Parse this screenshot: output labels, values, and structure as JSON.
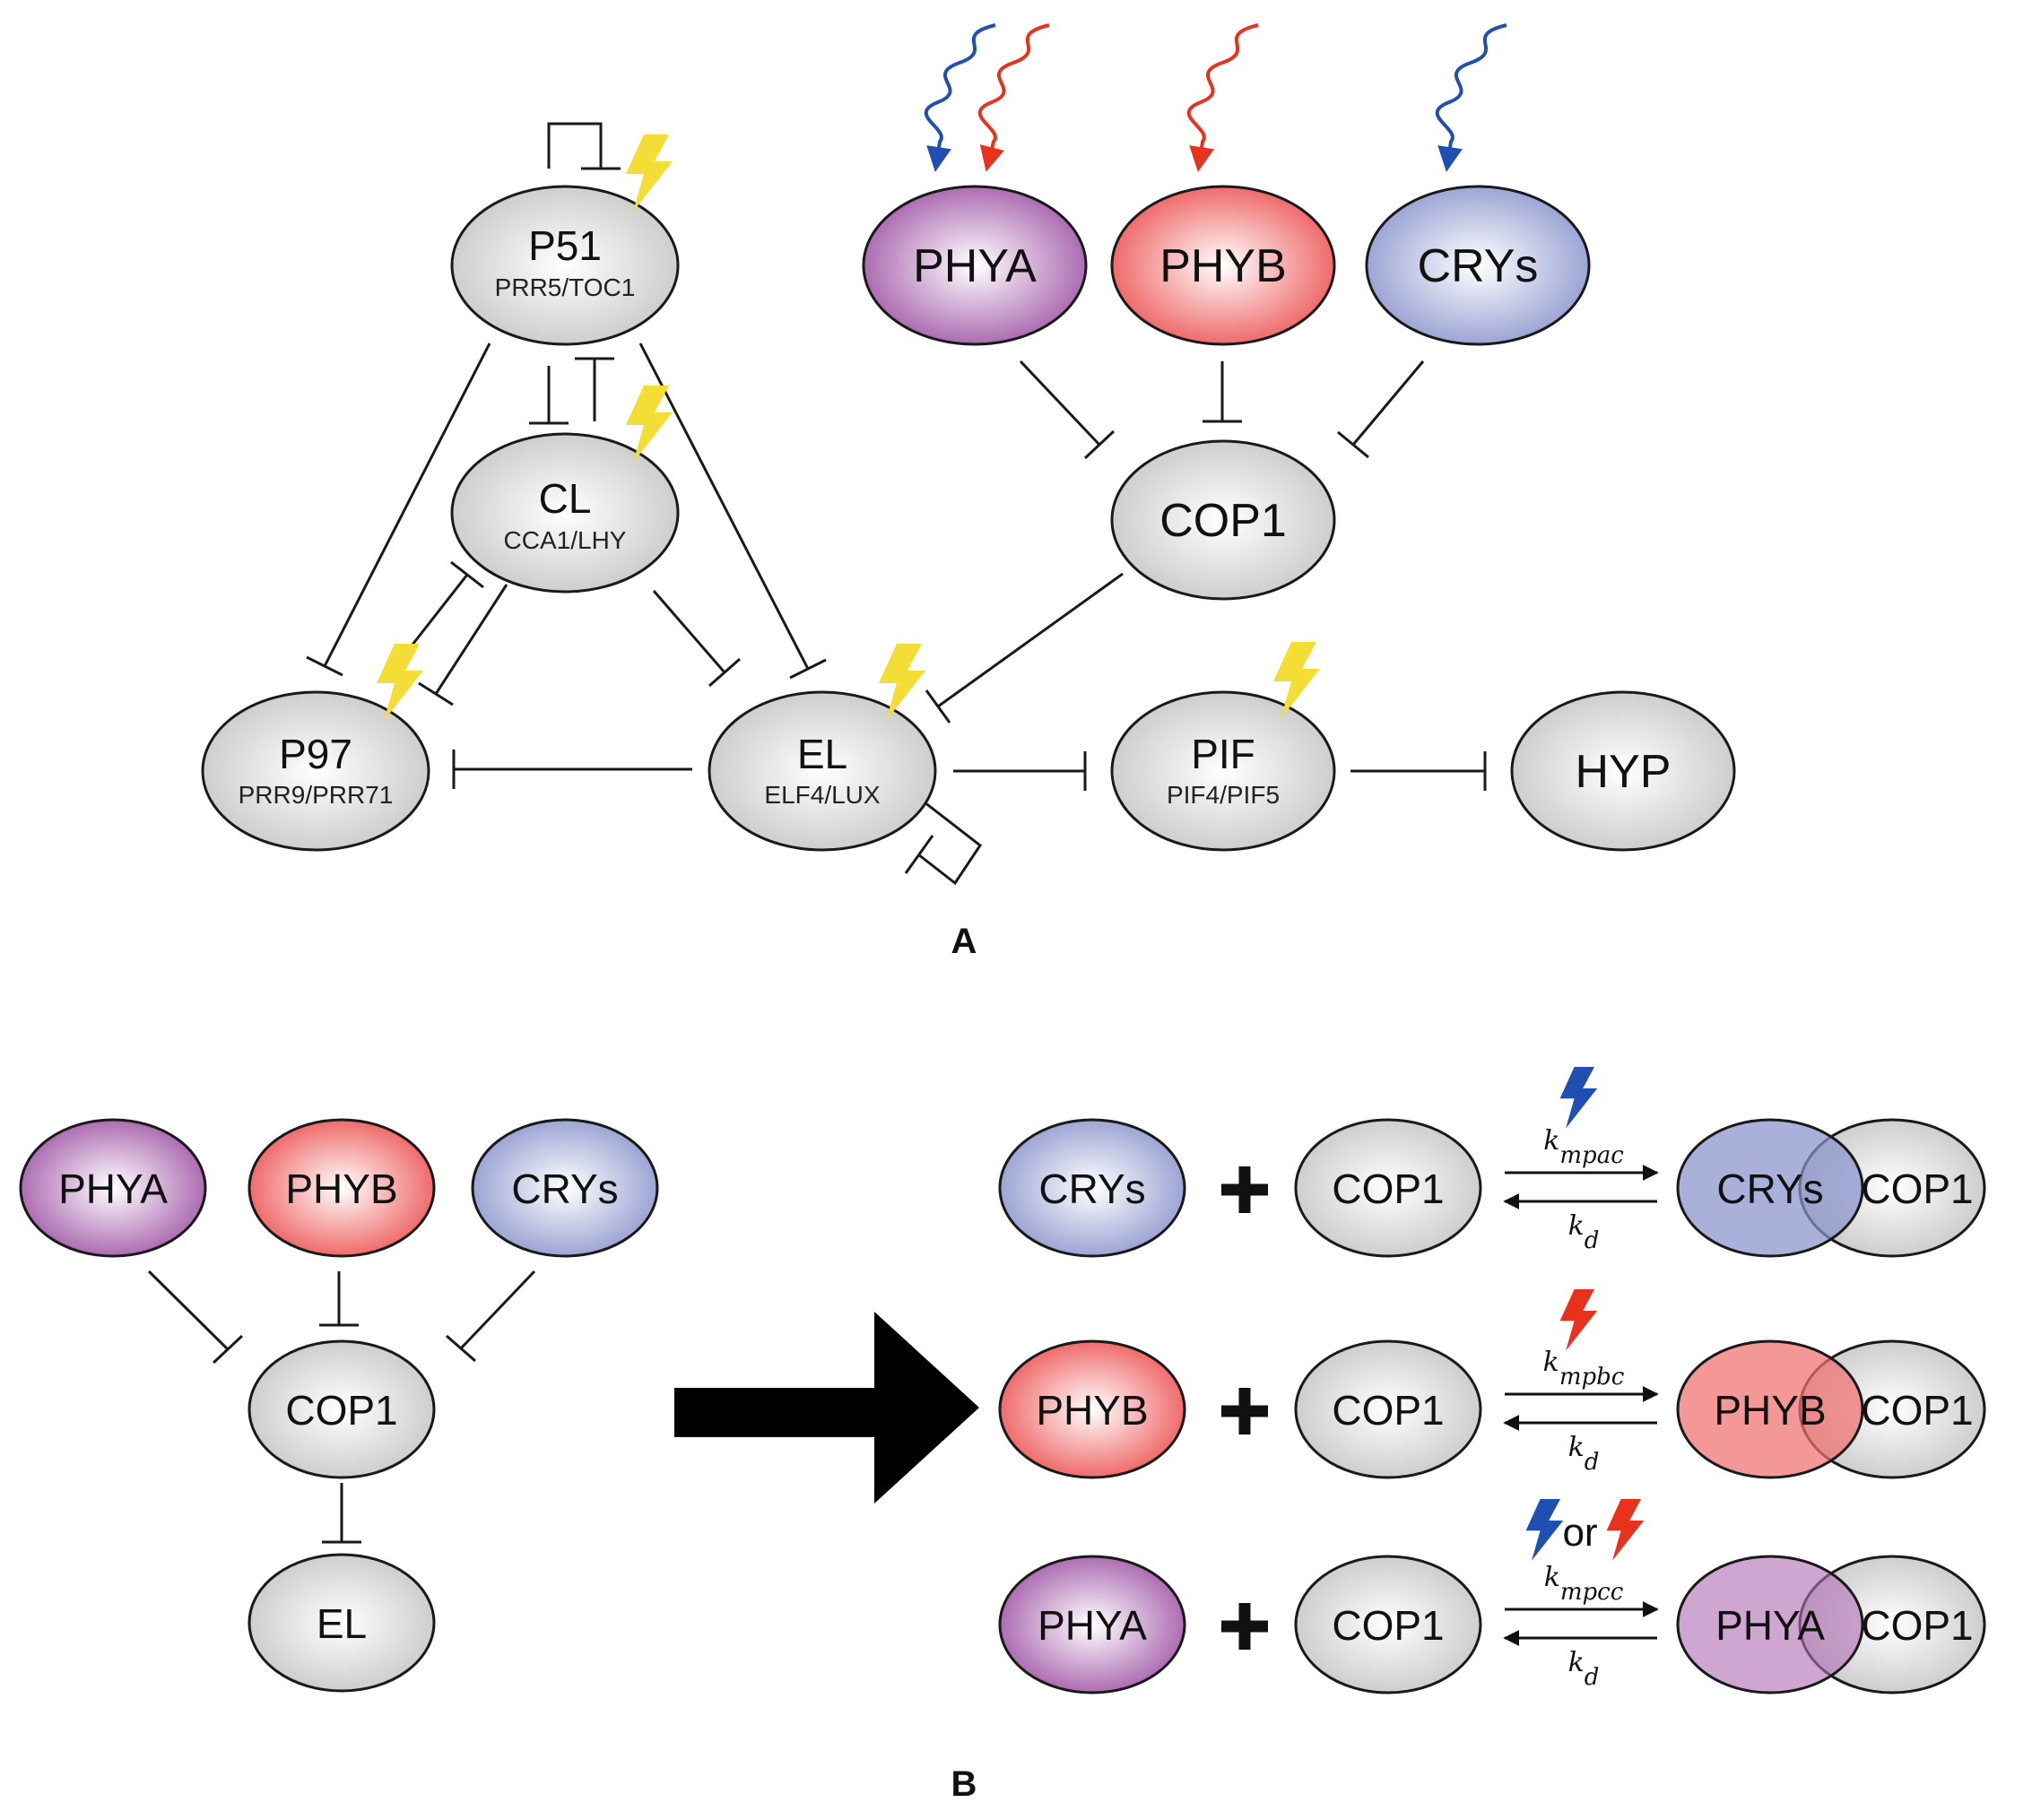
{
  "colors": {
    "gray_fill": "#dcdcdc",
    "phya_fill": "#b070b4",
    "phyb_fill": "#ef6f6f",
    "crys_fill": "#9fa7d6",
    "blue_light": "#1f4fb0",
    "red_light": "#e8321e",
    "lightning_yellow": "#f4de36"
  },
  "panel_a": {
    "label": "A",
    "nodes": {
      "p51": {
        "label": "P51",
        "sublabel": "PRR5/TOC1"
      },
      "cl": {
        "label": "CL",
        "sublabel": "CCA1/LHY"
      },
      "p97": {
        "label": "P97",
        "sublabel": "PRR9/PRR71"
      },
      "el": {
        "label": "EL",
        "sublabel": "ELF4/LUX"
      },
      "pif": {
        "label": "PIF",
        "sublabel": "PIF4/PIF5"
      },
      "hyp": {
        "label": "HYP"
      },
      "phya": {
        "label": "PHYA"
      },
      "phyb": {
        "label": "PHYB"
      },
      "crys": {
        "label": "CRYs"
      },
      "cop1": {
        "label": "COP1"
      }
    }
  },
  "panel_b": {
    "label": "B",
    "nodes": {
      "phya": {
        "label": "PHYA"
      },
      "phyb": {
        "label": "PHYB"
      },
      "crys": {
        "label": "CRYs"
      },
      "cop1": {
        "label": "COP1"
      },
      "el": {
        "label": "EL"
      }
    },
    "reactions": [
      {
        "reactant": "CRYs",
        "partner": "COP1",
        "rate_forward": "k",
        "rate_forward_sub": "mpac",
        "rate_reverse": "k",
        "rate_reverse_sub": "d",
        "complex_left": "CRYs",
        "complex_right": "COP1",
        "light": "blue"
      },
      {
        "reactant": "PHYB",
        "partner": "COP1",
        "rate_forward": "k",
        "rate_forward_sub": "mpbc",
        "rate_reverse": "k",
        "rate_reverse_sub": "d",
        "complex_left": "PHYB",
        "complex_right": "COP1",
        "light": "red"
      },
      {
        "reactant": "PHYA",
        "partner": "COP1",
        "rate_forward": "k",
        "rate_forward_sub": "mpcc",
        "rate_reverse": "k",
        "rate_reverse_sub": "d",
        "complex_left": "PHYA",
        "complex_right": "COP1",
        "light": "blue-or-red",
        "or_text": "or"
      }
    ]
  }
}
